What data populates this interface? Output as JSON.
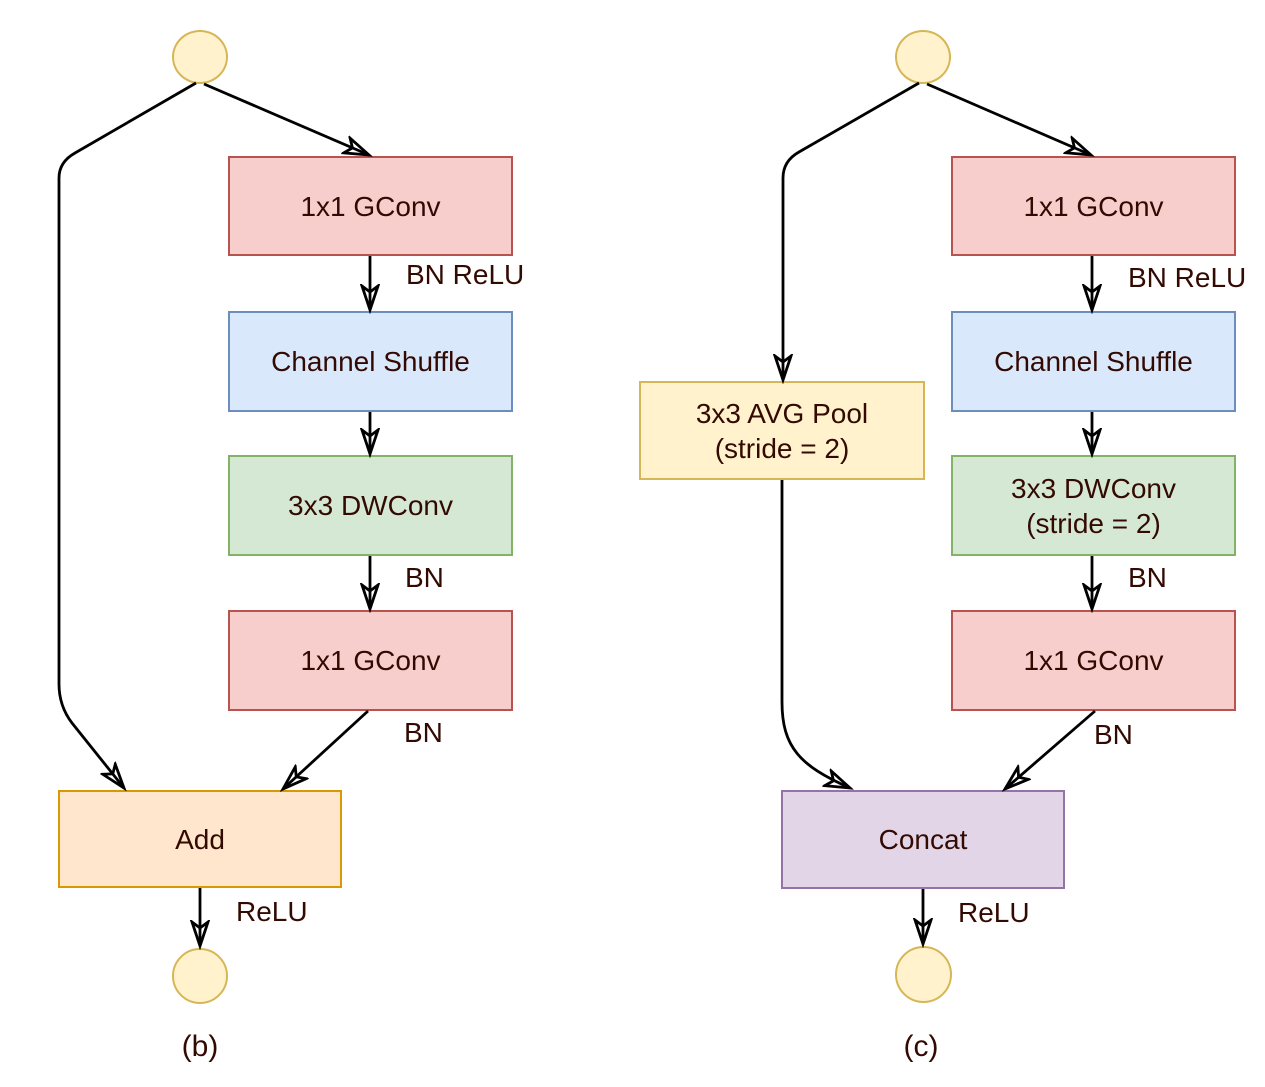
{
  "colors": {
    "red_fill": "#f8cecc",
    "red_stroke": "#b85450",
    "blue_fill": "#dae8fc",
    "blue_stroke": "#6c8ebf",
    "green_fill": "#d5e8d4",
    "green_stroke": "#82b366",
    "orange_fill": "#ffe6cc",
    "orange_stroke": "#d79b00",
    "yellow_fill": "#fff2cc",
    "yellow_stroke": "#d6b656",
    "purple_fill": "#e1d5e7",
    "purple_stroke": "#9673a6",
    "line_color": "#000000",
    "text_color": "#330a02"
  },
  "b": {
    "caption": "(b)",
    "gconv1": "1x1 GConv",
    "shuffle": "Channel Shuffle",
    "dwconv": "3x3 DWConv",
    "gconv2": "1x1 GConv",
    "merge": "Add",
    "lbl_bn_relu": "BN ReLU",
    "lbl_bn_mid": "BN",
    "lbl_bn_out": "BN",
    "lbl_relu_out": "ReLU"
  },
  "c": {
    "caption": "(c)",
    "gconv1": "1x1 GConv",
    "shuffle": "Channel Shuffle",
    "dwconv_line1": "3x3 DWConv",
    "dwconv_line2": "(stride = 2)",
    "avgpool_line1": "3x3 AVG Pool",
    "avgpool_line2": "(stride = 2)",
    "gconv2": "1x1 GConv",
    "merge": "Concat",
    "lbl_bn_relu": "BN ReLU",
    "lbl_bn_mid": "BN",
    "lbl_bn_out": "BN",
    "lbl_relu_out": "ReLU"
  }
}
